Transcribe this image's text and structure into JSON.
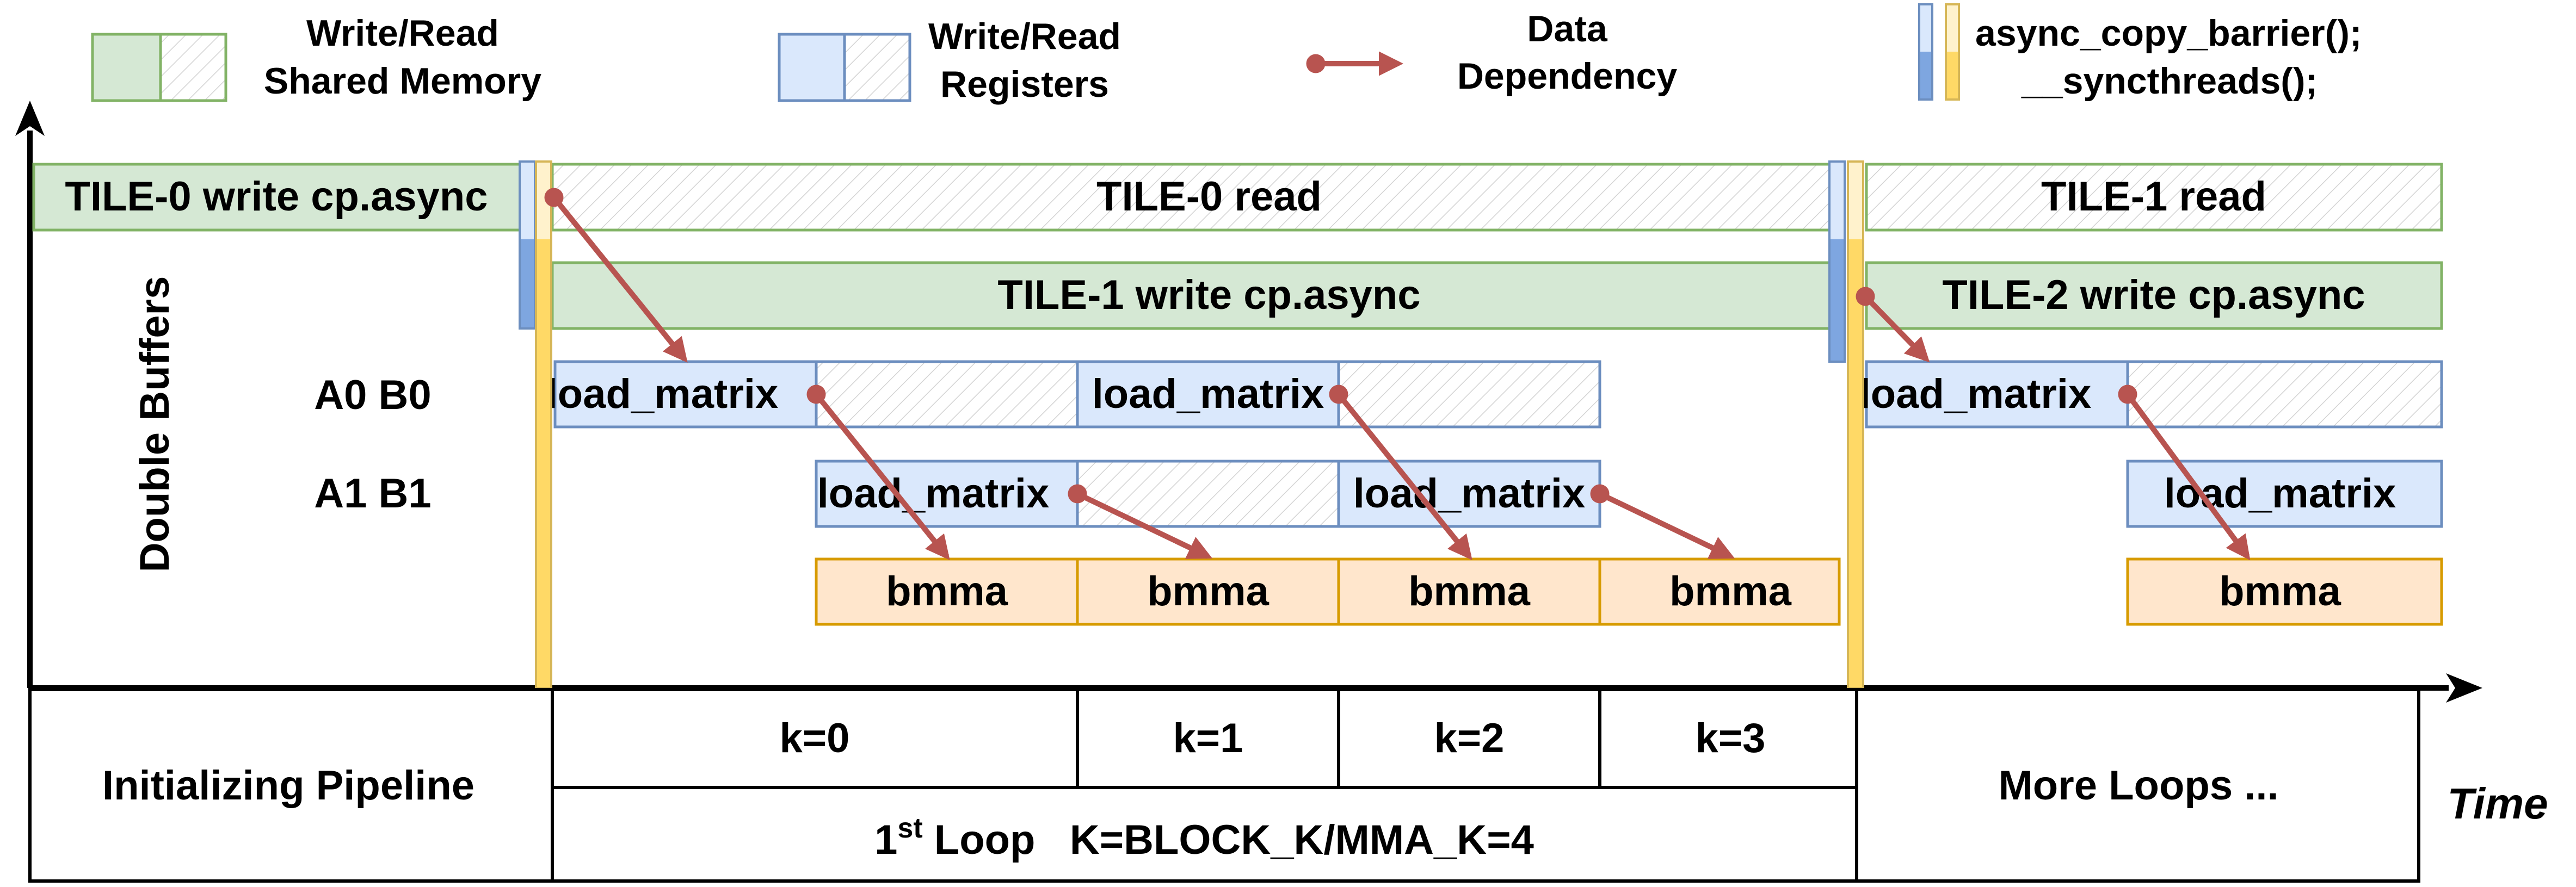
{
  "legend": {
    "shared_memory": "Write/Read\nShared Memory",
    "registers": "Write/Read\nRegisters",
    "dependency": "Data\nDependency",
    "async_copy_barrier": "async_copy_barrier();",
    "syncthreads": "__syncthreads();"
  },
  "axis": {
    "y_label": "Double Buffers",
    "x_label": "Time"
  },
  "rows": {
    "ab0": "A0 B0",
    "ab1": "A1 B1"
  },
  "bars": {
    "tile0_write": "TILE-0 write  cp.async",
    "tile0_read": "TILE-0  read",
    "tile1_read": "TILE-1  read",
    "tile1_write": "TILE-1 write cp.async",
    "tile2_write": "TILE-2 write cp.async",
    "load_matrix": "load_matrix",
    "bmma": "bmma"
  },
  "table": {
    "init": "Initializing Pipeline",
    "k0": "k=0",
    "k1": "k=1",
    "k2": "k=2",
    "k3": "k=3",
    "loop_prefix": "1",
    "loop_sup": "st",
    "loop_suffix": " Loop   K=BLOCK_K/MMA_K=4",
    "more": "More Loops ..."
  },
  "colors": {
    "green_fill": "#d5e8d4",
    "green_stroke": "#82b366",
    "blue_fill": "#dae8fc",
    "blue_stroke": "#6c8ebf",
    "orange_fill": "#ffe6cc",
    "orange_stroke": "#d79b00",
    "yellow_fill": "#fff2cc",
    "yellow_stroke": "#d6b656",
    "arrow": "#b85450"
  }
}
